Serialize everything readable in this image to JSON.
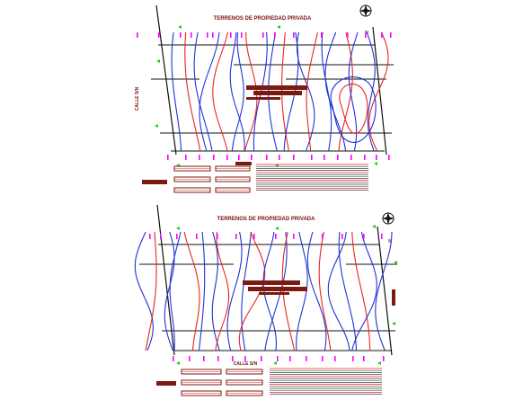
{
  "sheet_top": {
    "title": "TERRENOS DE PROPIEDAD PRIVADA",
    "street_label": "CALLE S/N",
    "north_letter": "N"
  },
  "sheet_bottom": {
    "title": "TERRENOS DE PROPIEDAD PRIVADA",
    "street_label": "CALLE S/N",
    "north_letter": "N"
  },
  "colors": {
    "contour_major": "#e8261e",
    "contour_minor": "#1f33d6",
    "grid_lines": "#111111",
    "stake_markers": "#ff00ff",
    "survey_points": "#22cc22",
    "label_text": "#7a1010",
    "block_fill": "#7a1a10"
  },
  "icons": [
    "north-arrow-icon",
    "compass-rose-icon"
  ]
}
